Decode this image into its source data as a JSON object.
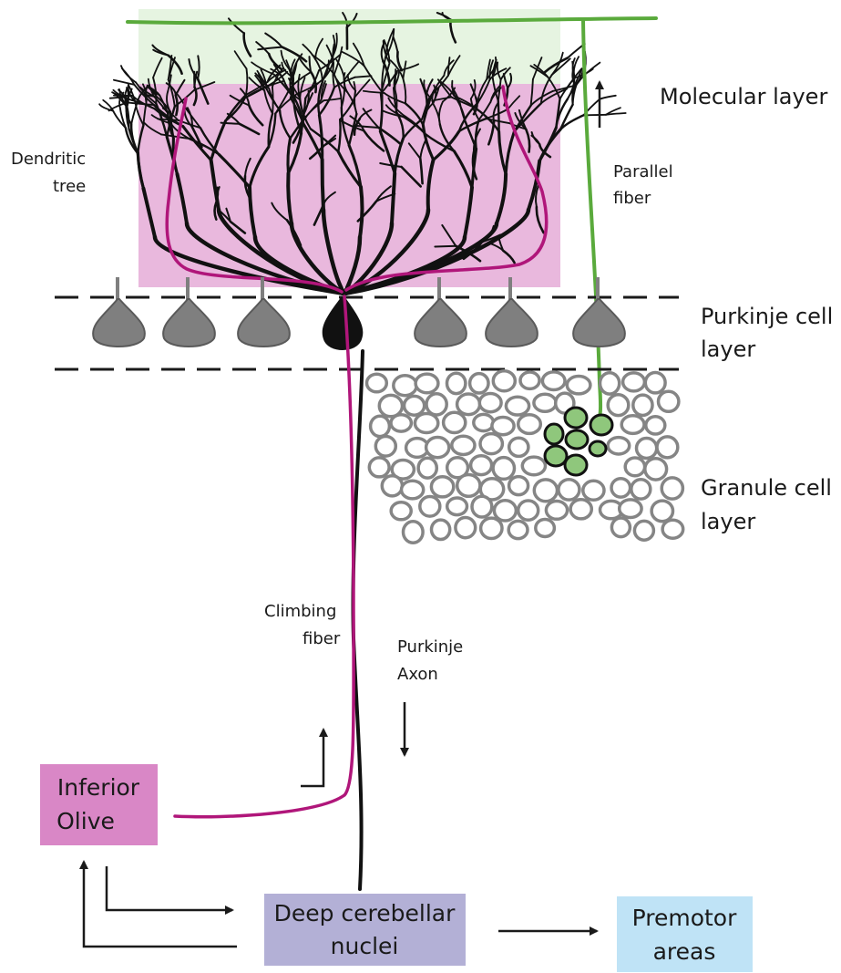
{
  "labels": {
    "molecular_layer": "Molecular layer",
    "purkinje_cell_layer_1": "Purkinje cell",
    "purkinje_cell_layer_2": "layer",
    "granule_cell_layer_1": "Granule cell",
    "granule_cell_layer_2": "layer",
    "dendritic_tree_1": "Dendritic",
    "dendritic_tree_2": "tree",
    "parallel_fiber_1": "Parallel",
    "parallel_fiber_2": "fiber",
    "climbing_fiber_1": "Climbing",
    "climbing_fiber_2": "fiber",
    "purkinje_axon_1": "Purkinje",
    "purkinje_axon_2": "Axon"
  },
  "boxes": {
    "inferior_olive_1": "Inferior",
    "inferior_olive_2": "Olive",
    "deep_cerebellar_1": "Deep cerebellar",
    "deep_cerebellar_2": "nuclei",
    "premotor_1": "Premotor",
    "premotor_2": "areas"
  },
  "colors": {
    "molecular_band": "#e6f4e1",
    "dendritic_band": "#e9b8dd",
    "climbing_fiber": "#b0167a",
    "parallel_fiber": "#5aaa3c",
    "granule_green": "#8fc77c",
    "purkinje_gray": "#7f7f7f",
    "granule_gray": "#858585",
    "inferior_olive_box": "#d987c6",
    "deep_nuclei_box": "#b3b0d6",
    "premotor_box": "#bfe3f6"
  }
}
